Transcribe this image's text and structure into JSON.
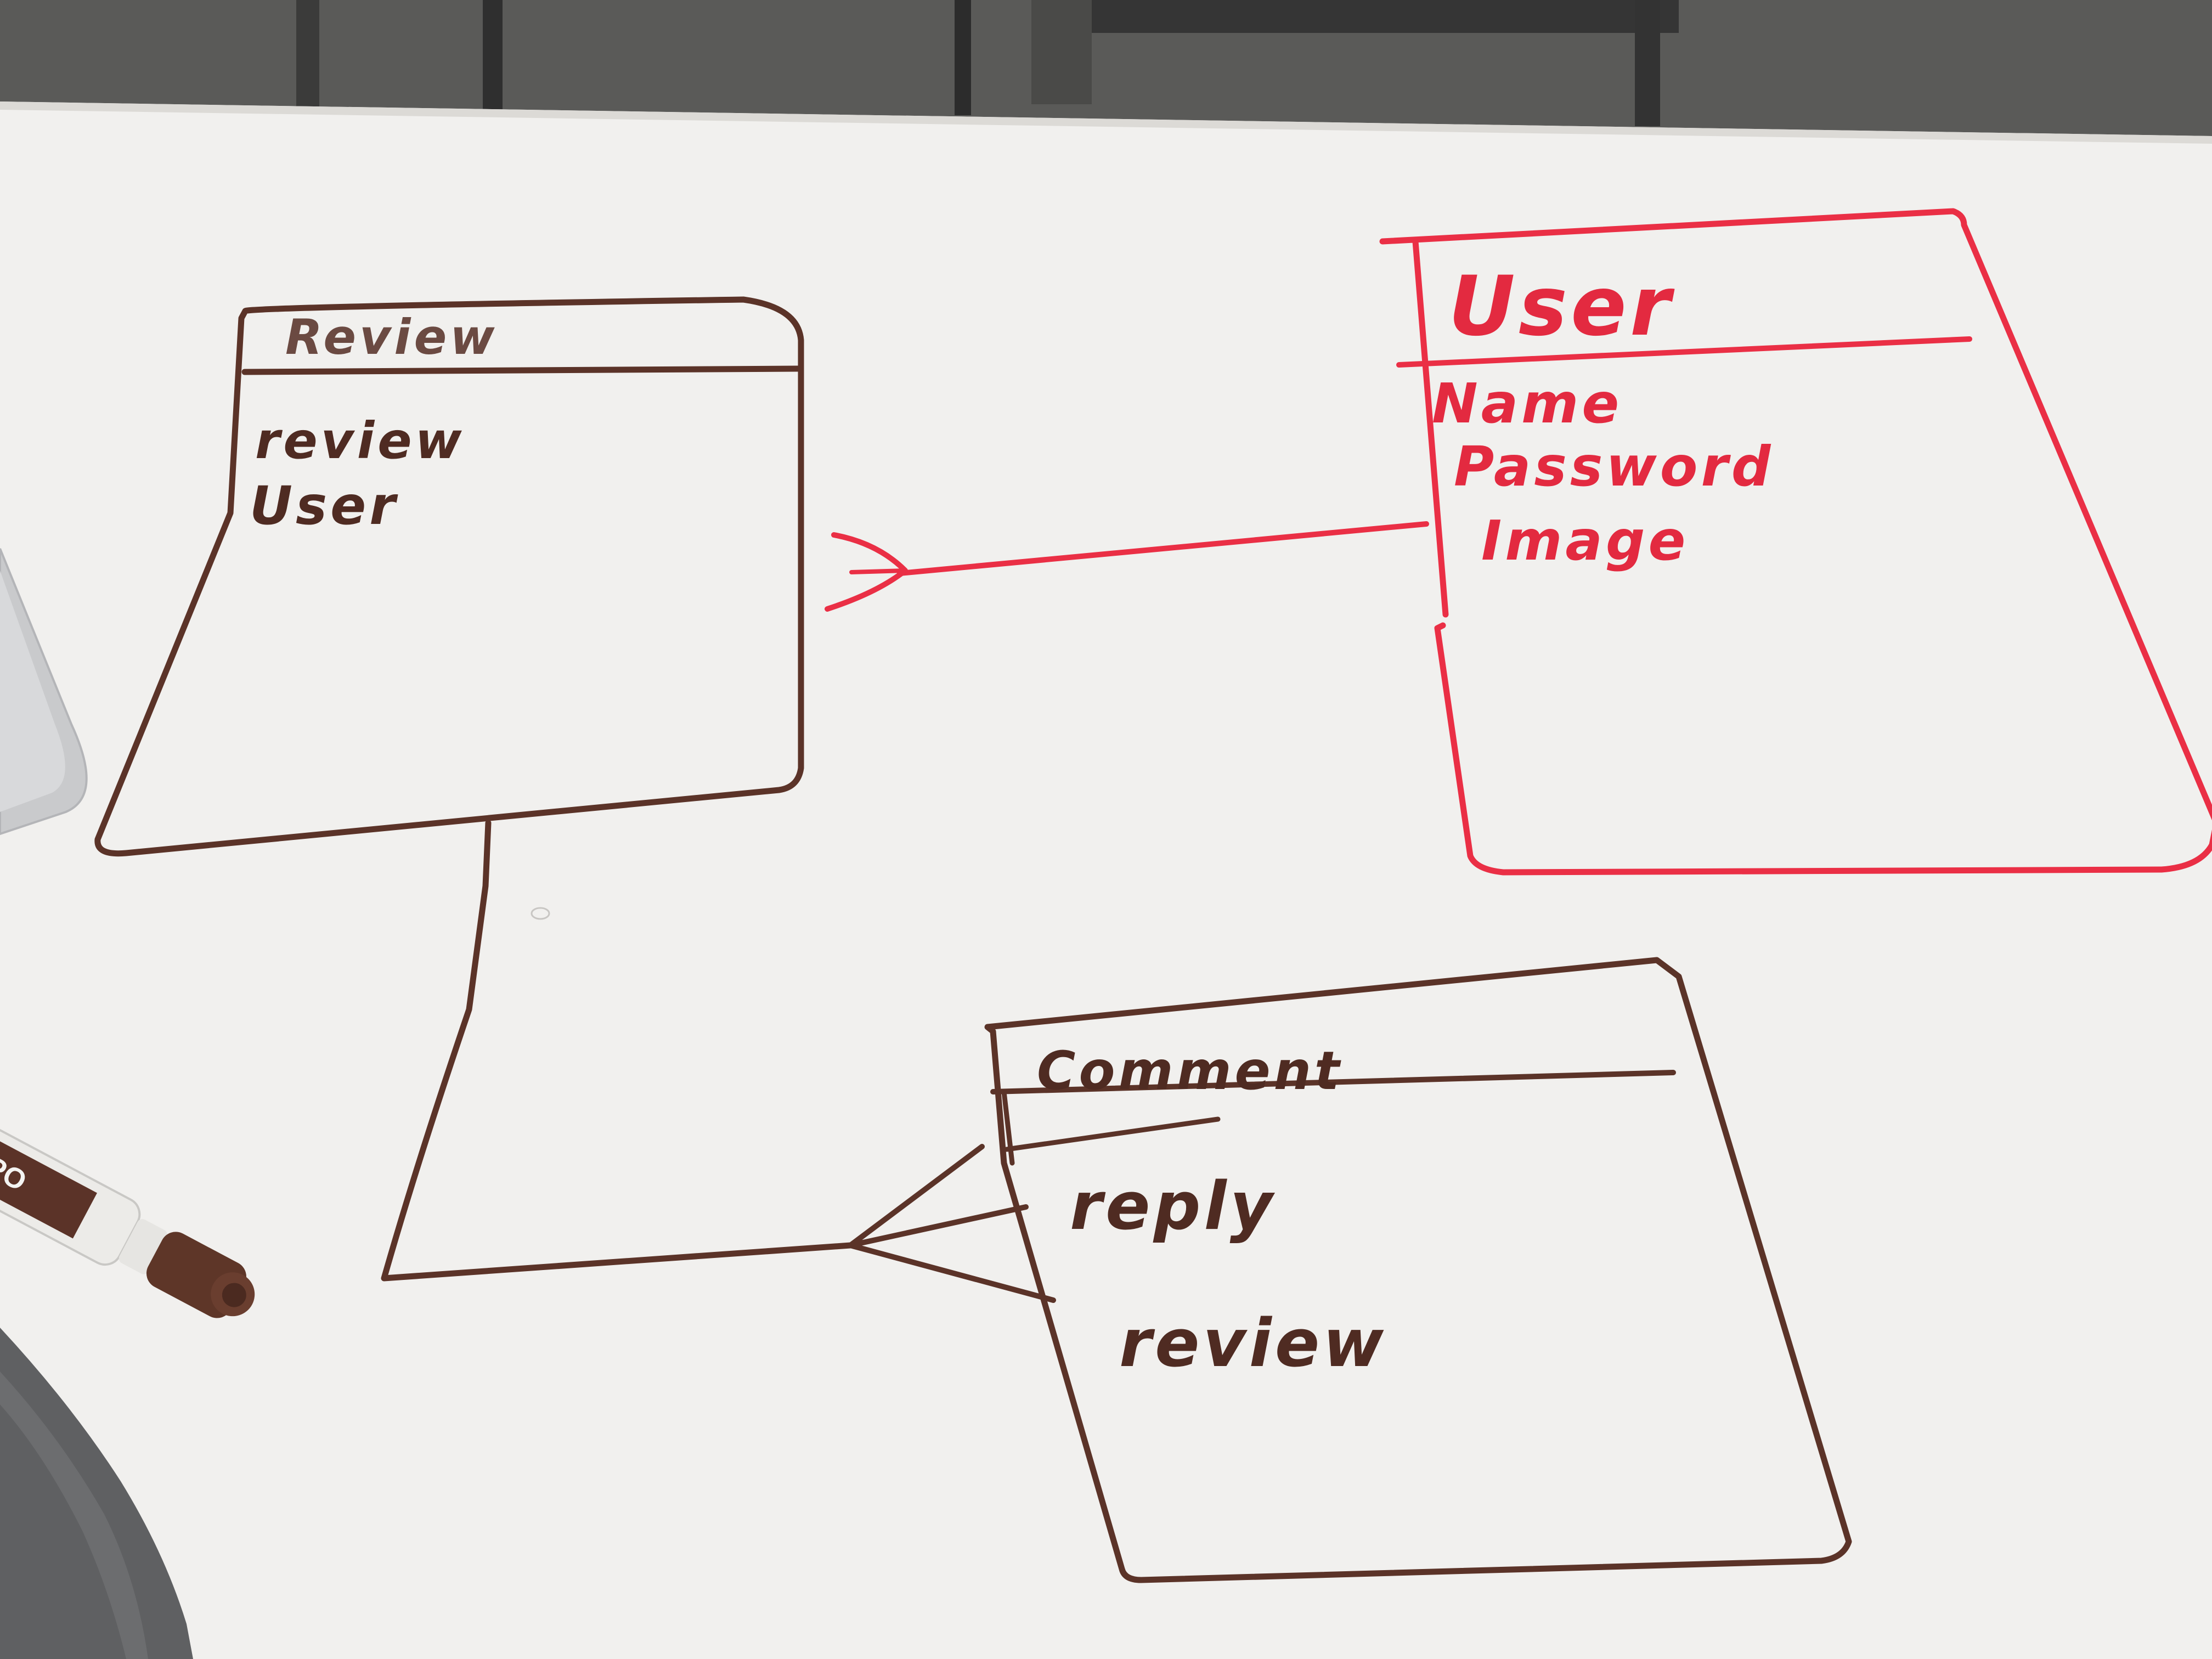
{
  "diagram": {
    "colors": {
      "board": "#f1f0ee",
      "board_shadow": "#dcdad6",
      "brown_ink": "#5b3328",
      "red_ink": "#ea2f45",
      "floor": "#5d5d5b"
    },
    "entities": {
      "review": {
        "title": "Review",
        "fields": [
          "review",
          "User"
        ],
        "ink": "brown"
      },
      "user": {
        "title": "User",
        "fields": [
          "Name",
          "Password",
          "Image"
        ],
        "ink": "red"
      },
      "comment": {
        "title": "Comment",
        "fields": [
          "reply",
          "review"
        ],
        "ink": "brown"
      }
    },
    "relationships": [
      {
        "from": "user",
        "to": "review",
        "notation": "one-to-many crow's foot",
        "ink": "red"
      },
      {
        "from": "review",
        "to": "comment",
        "notation": "one-to-many crow's foot",
        "ink": "brown"
      }
    ],
    "props": {
      "marker": {
        "label": "EXPO",
        "ink": "brown",
        "icon": "marker-icon"
      },
      "cloth": {
        "icon": "cloth-icon"
      },
      "laptop": {
        "icon": "laptop-corner-icon"
      }
    }
  }
}
